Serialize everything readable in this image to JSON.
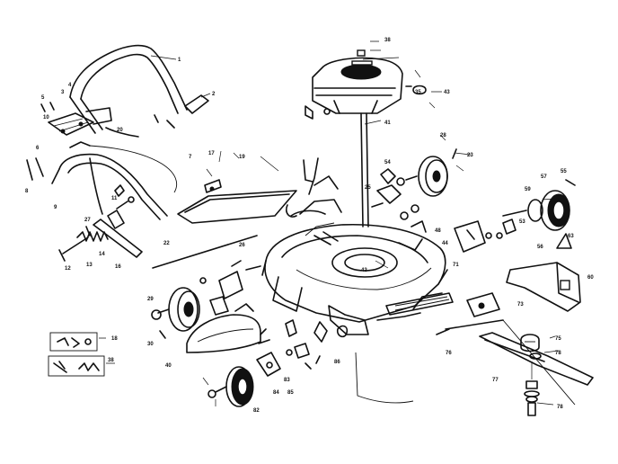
{
  "diagram": {
    "callouts": {
      "handle_upper": "1",
      "handle_knob": "2",
      "handle_bolt": "3",
      "handle_nut": "4",
      "handle_washer": "5",
      "left_bolt_a": "6",
      "left_bolt_b": "7",
      "left_item_8": "8",
      "handle_lower": "9",
      "control_bracket": "10",
      "bail_screw": "11",
      "axle_bolt": "12",
      "axle_spring": "13",
      "axle_lever": "14",
      "height_lever": "16",
      "plate_screw": "17",
      "kit_a": "18",
      "plate_nut": "19",
      "bail_cable": "20",
      "wheel_front": "22",
      "starter_rope": "23",
      "shield_screw": "25",
      "engine_bolt": "26",
      "wire_rod": "27",
      "hub_cap": "28",
      "grease_fitting": "29",
      "wheel_washer": "30",
      "gas_cap": "35",
      "kit_b": "38",
      "deck_upper": "40",
      "engine_shaft": "41",
      "engine_nut": "42",
      "bracket_spring": "43",
      "mulch_plug": "44",
      "deflector": "48",
      "bracket_washer": "53",
      "rear_spring": "54",
      "bracket_bolt": "55",
      "rear_wheel_hub": "56",
      "rear_wheel": "57",
      "bracket_screw": "59",
      "rear_skirt": "60",
      "front_baffle": "63",
      "adapter": "71",
      "blade_bolt": "73",
      "blade_adapter": "75",
      "blade_key": "76",
      "blade": "77",
      "blade_hardware": "78",
      "wheel_bottom": "82",
      "wheel_hub_bottom": "83",
      "wheel_bolt_bottom": "84",
      "wheel_nut_bottom": "85",
      "deck_baffle": "86"
    }
  }
}
